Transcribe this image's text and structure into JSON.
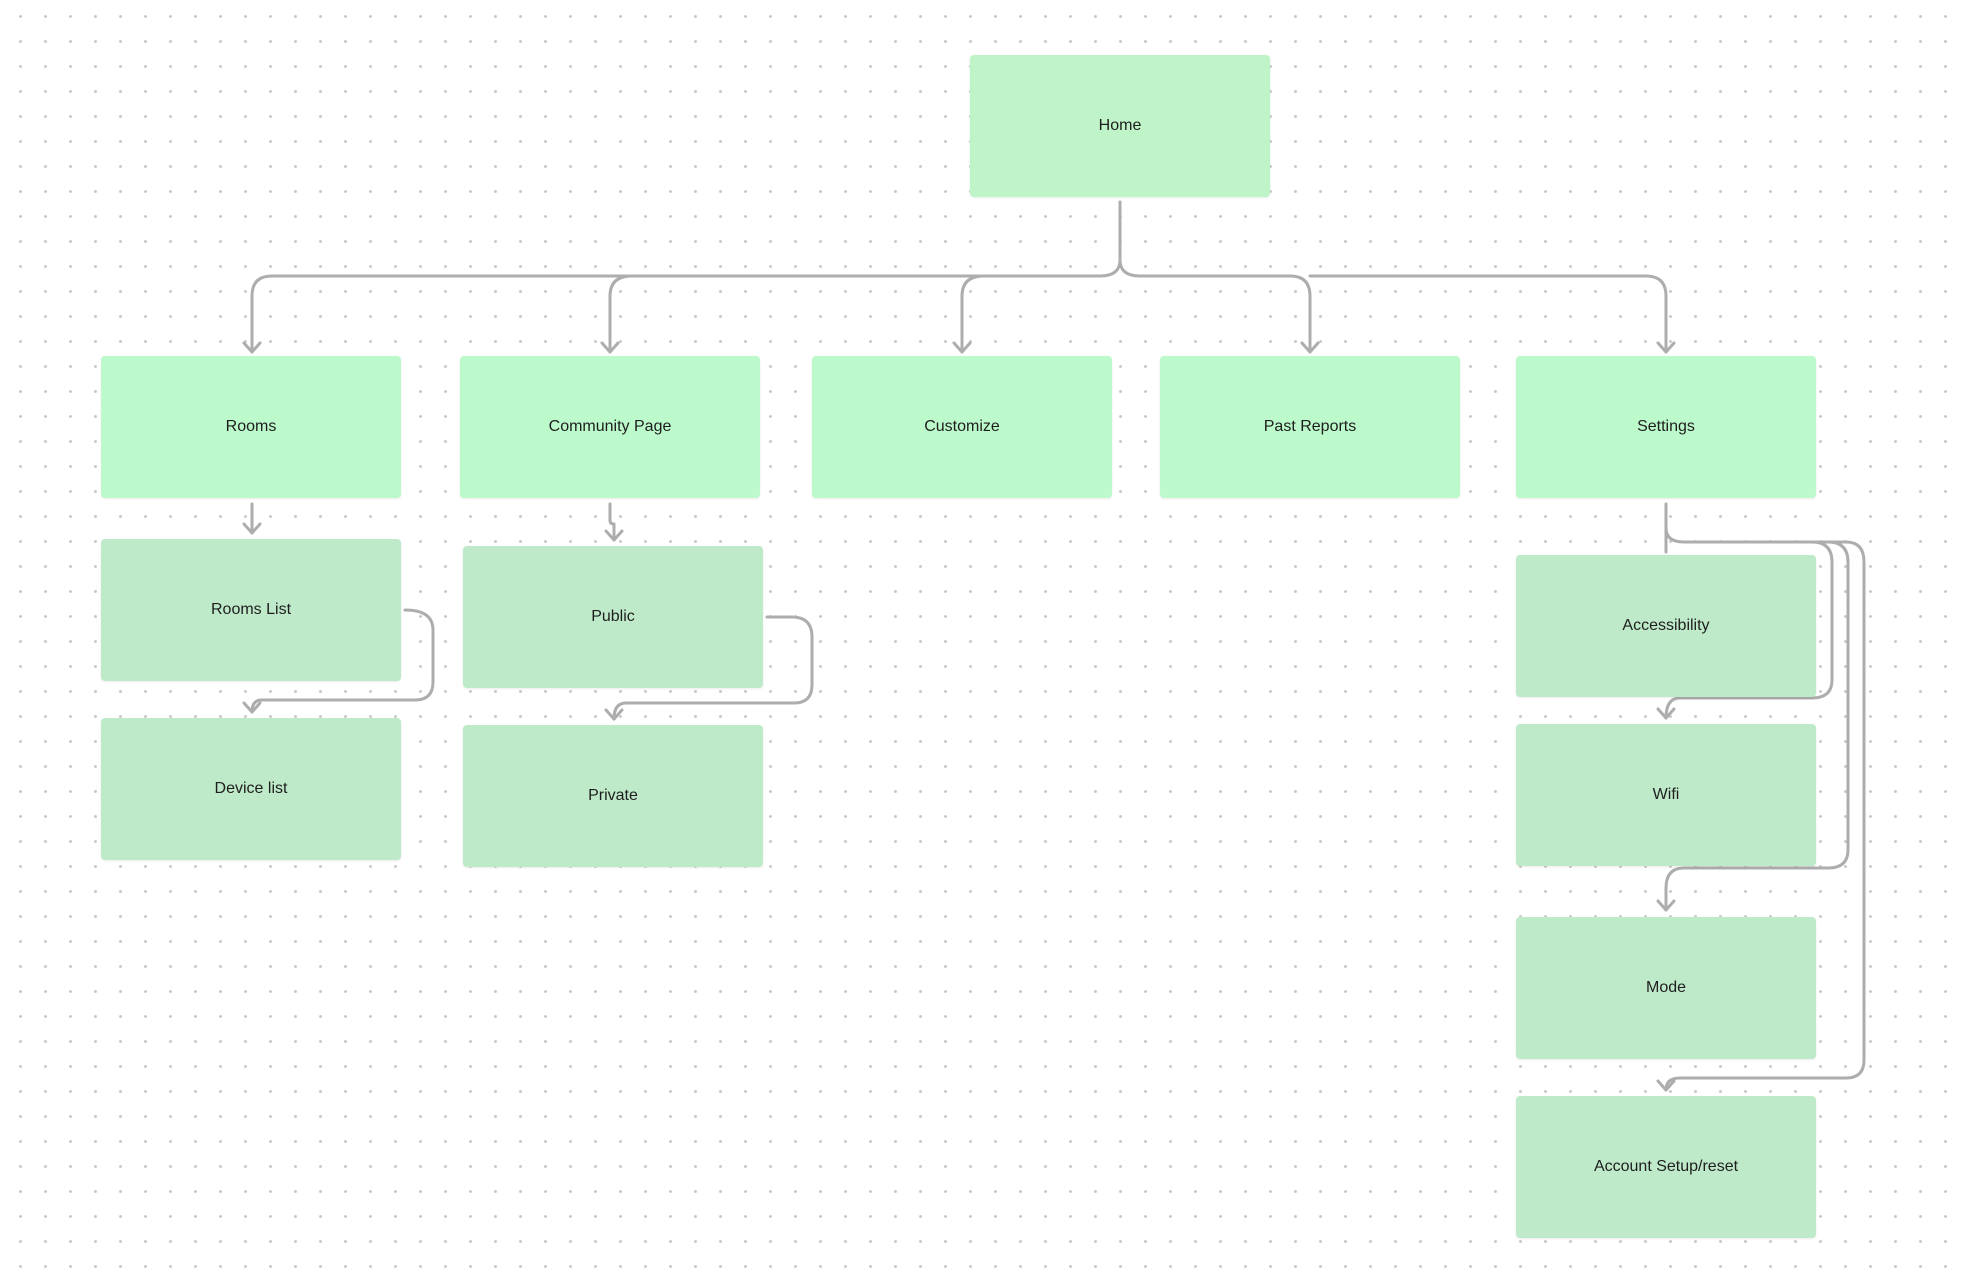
{
  "colors": {
    "root": "#bff3c8",
    "section": "#bcf9cb",
    "subpage": "#bfeaca",
    "connector": "#adadad"
  },
  "nodes": {
    "home": {
      "label": "Home",
      "kind": "root"
    },
    "rooms": {
      "label": "Rooms",
      "kind": "section"
    },
    "community": {
      "label": "Community Page",
      "kind": "section"
    },
    "customize": {
      "label": "Customize",
      "kind": "section"
    },
    "past_reports": {
      "label": "Past Reports",
      "kind": "section"
    },
    "settings": {
      "label": "Settings",
      "kind": "section"
    },
    "rooms_list": {
      "label": "Rooms List",
      "kind": "subpage"
    },
    "device_list": {
      "label": "Device list",
      "kind": "subpage"
    },
    "public": {
      "label": "Public",
      "kind": "subpage"
    },
    "private": {
      "label": "Private",
      "kind": "subpage"
    },
    "accessibility": {
      "label": "Accessibility",
      "kind": "subpage"
    },
    "wifi": {
      "label": "Wifi",
      "kind": "subpage"
    },
    "mode": {
      "label": "Mode",
      "kind": "subpage"
    },
    "account": {
      "label": "Account Setup/reset",
      "kind": "subpage"
    }
  },
  "edges": [
    {
      "from": "home",
      "to": "rooms"
    },
    {
      "from": "home",
      "to": "community"
    },
    {
      "from": "home",
      "to": "customize"
    },
    {
      "from": "home",
      "to": "past_reports"
    },
    {
      "from": "home",
      "to": "settings"
    },
    {
      "from": "rooms",
      "to": "rooms_list"
    },
    {
      "from": "rooms_list",
      "to": "device_list"
    },
    {
      "from": "community",
      "to": "public"
    },
    {
      "from": "public",
      "to": "private"
    },
    {
      "from": "settings",
      "to": "accessibility"
    },
    {
      "from": "settings",
      "to": "wifi"
    },
    {
      "from": "settings",
      "to": "mode"
    },
    {
      "from": "settings",
      "to": "account"
    }
  ]
}
